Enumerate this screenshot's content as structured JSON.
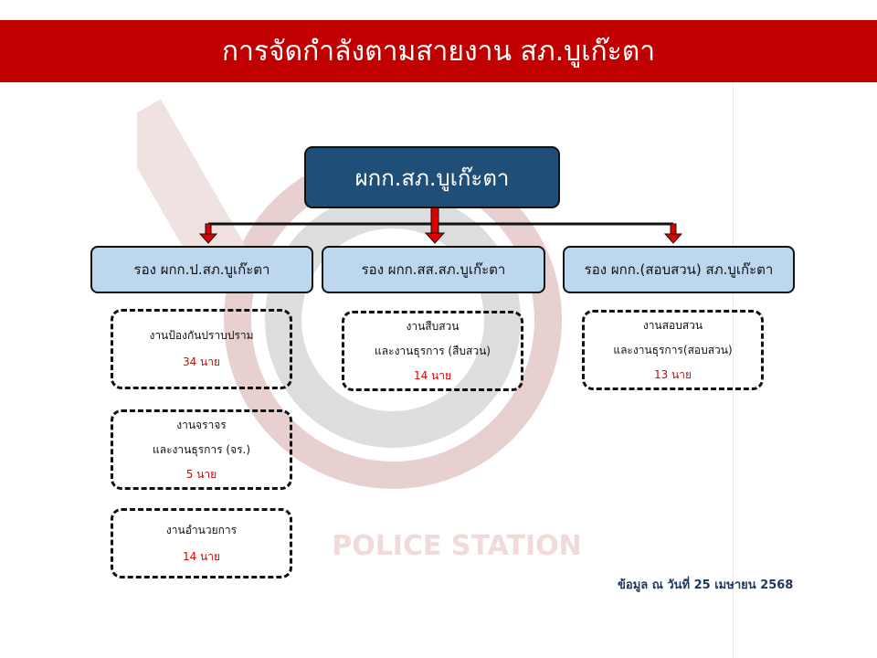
{
  "title": "การจัดกำลังตามสายงาน สภ.บูเก๊ะตา",
  "watermark": "POLICE STATION",
  "chief": "ผกก.สภ.บูเก๊ะตา",
  "deputies": [
    {
      "label": "รอง ผกก.ป.สภ.บูเก๊ะตา"
    },
    {
      "label": "รอง ผกก.สส.สภ.บูเก๊ะตา"
    },
    {
      "label": "รอง ผกก.(สอบสวน) สภ.บูเก๊ะตา"
    }
  ],
  "units": [
    {
      "line1": "งานป้องกันปราบปราม",
      "line2": "",
      "count": "34 นาย"
    },
    {
      "line1": "งานจราจร",
      "line2": "และงานธุรการ (จร.)",
      "count": "5 นาย"
    },
    {
      "line1": "งานอำนวยการ",
      "line2": "",
      "count": "14 นาย"
    },
    {
      "line1": "งานสืบสวน",
      "line2": "และงานธุรการ (สืบสวน)",
      "count": "14 นาย"
    },
    {
      "line1": "งานสอบสวน",
      "line2": "และงานธุรการ(สอบสวน)",
      "count": "13 นาย"
    }
  ],
  "footer": "ข้อมูล ณ วันที่ 25 เมษายน 2568"
}
